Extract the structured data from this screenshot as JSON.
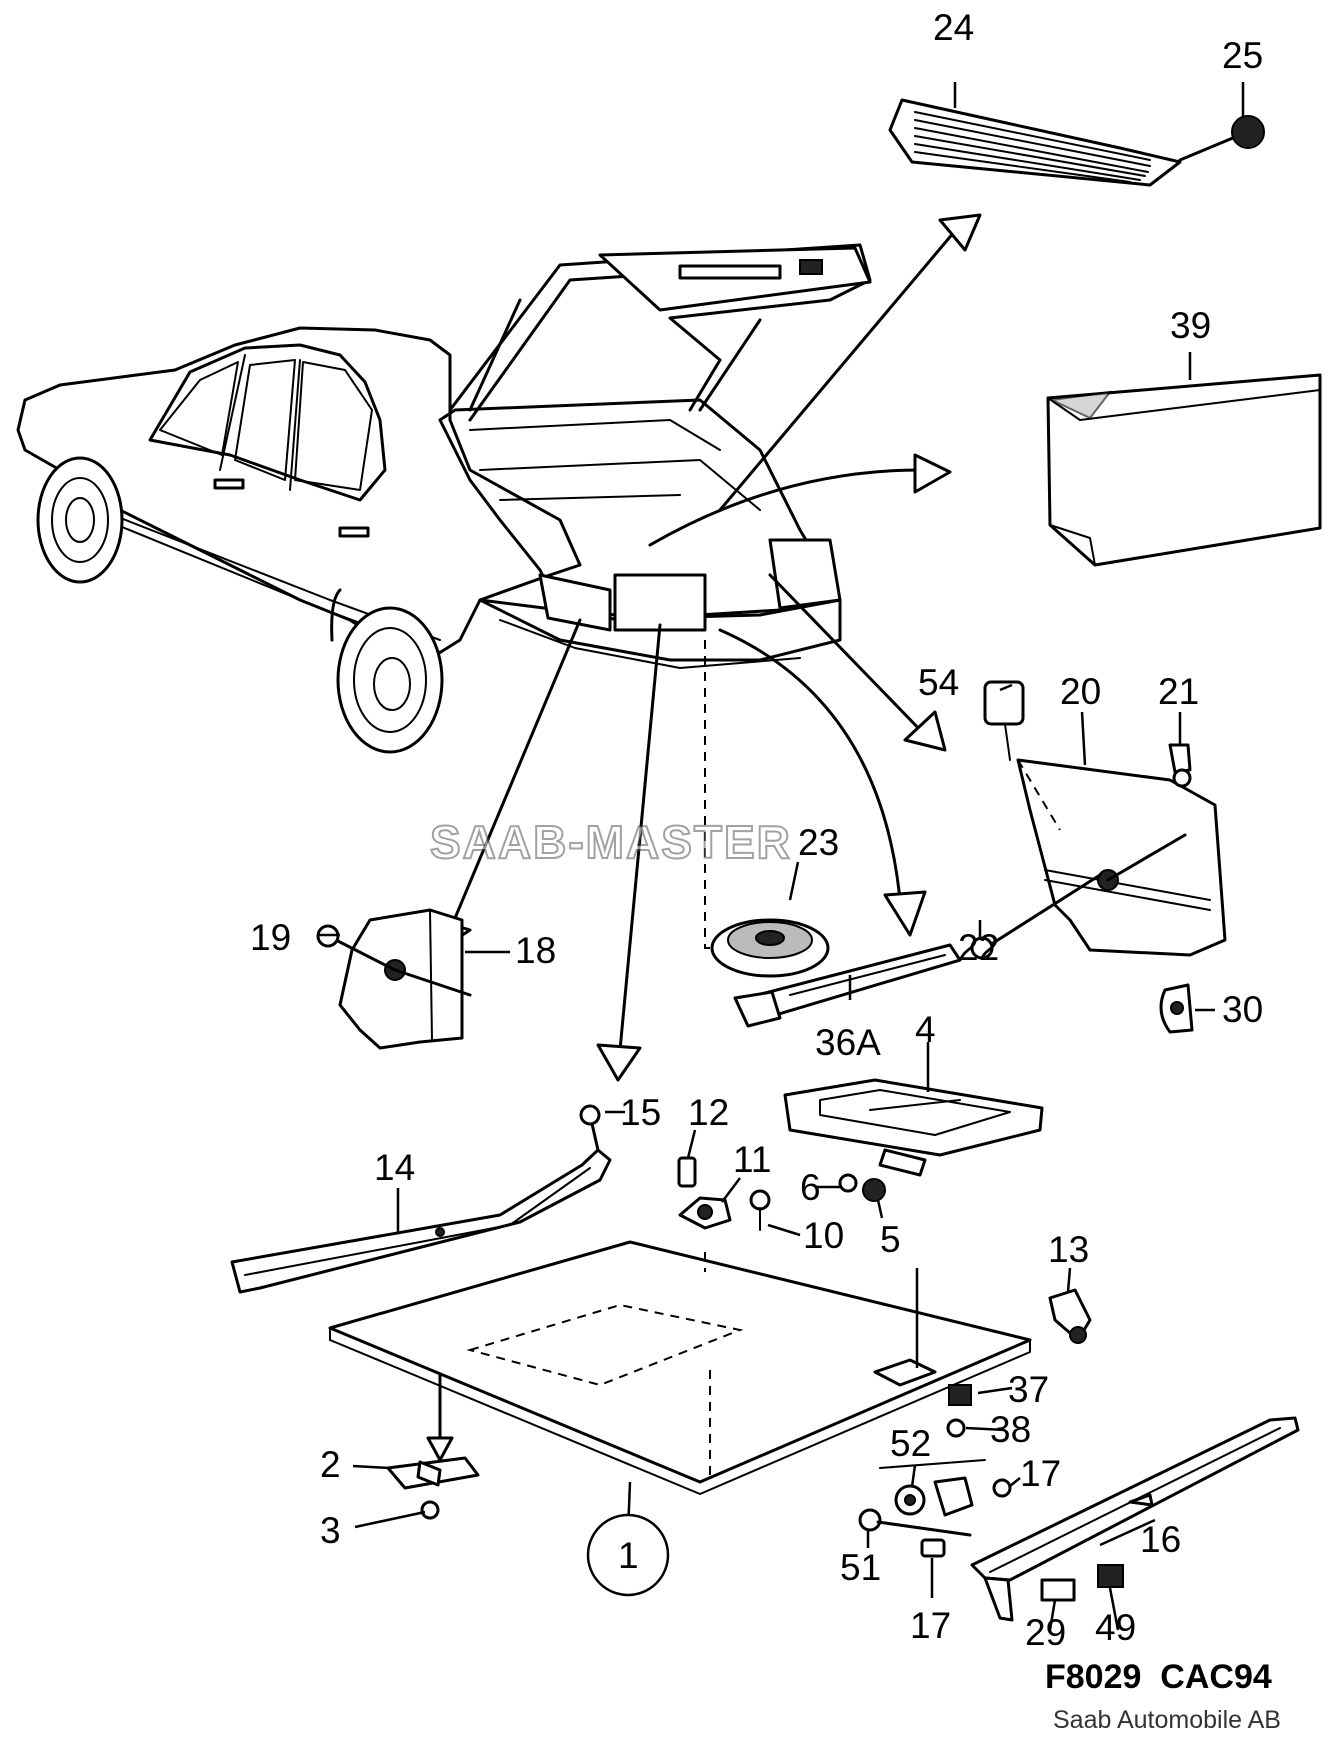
{
  "callouts": {
    "c1": "1",
    "c2": "2",
    "c3": "3",
    "c4": "4",
    "c5": "5",
    "c6": "6",
    "c10": "10",
    "c11": "11",
    "c12": "12",
    "c13": "13",
    "c14": "14",
    "c15": "15",
    "c16": "16",
    "c17a": "17",
    "c17b": "17",
    "c18": "18",
    "c19": "19",
    "c20": "20",
    "c21": "21",
    "c22": "22",
    "c23": "23",
    "c24": "24",
    "c25": "25",
    "c29": "29",
    "c30": "30",
    "c36a": "36A",
    "c37": "37",
    "c38": "38",
    "c39": "39",
    "c49": "49",
    "c51": "51",
    "c52": "52",
    "c54": "54"
  },
  "watermark": "SAAB-MASTER",
  "figure_code": "F8029  CAC94",
  "copyright": "Saab Automobile AB"
}
